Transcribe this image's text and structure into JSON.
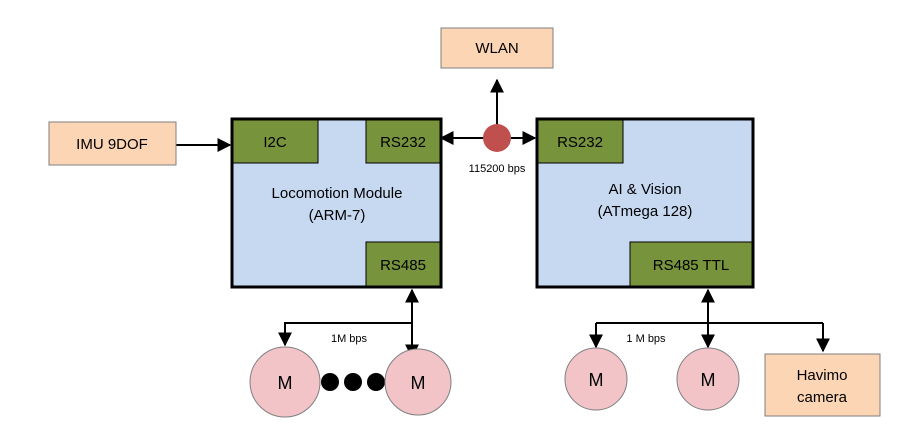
{
  "wlan": "WLAN",
  "imu": "IMU 9DOF",
  "loco": {
    "line1": "Locomotion Module",
    "line2": "(ARM-7)",
    "i2c": "I2C",
    "rs232": "RS232",
    "rs485": "RS485"
  },
  "ai": {
    "line1": "AI & Vision",
    "line2": "(ATmega 128)",
    "rs232": "RS232",
    "rs485": "RS485 TTL"
  },
  "link_speed": "115200 bps",
  "left_bus_speed": "1M bps",
  "right_bus_speed": "1 M bps",
  "motor_label": "M",
  "camera": {
    "line1": "Havimo",
    "line2": "camera"
  },
  "colors": {
    "peach": "#fcd5b4",
    "module_fill": "#c6d9f1",
    "port_green": "#77933c",
    "motor_pink": "#f2c4c8",
    "hub_red": "#c0504d"
  }
}
